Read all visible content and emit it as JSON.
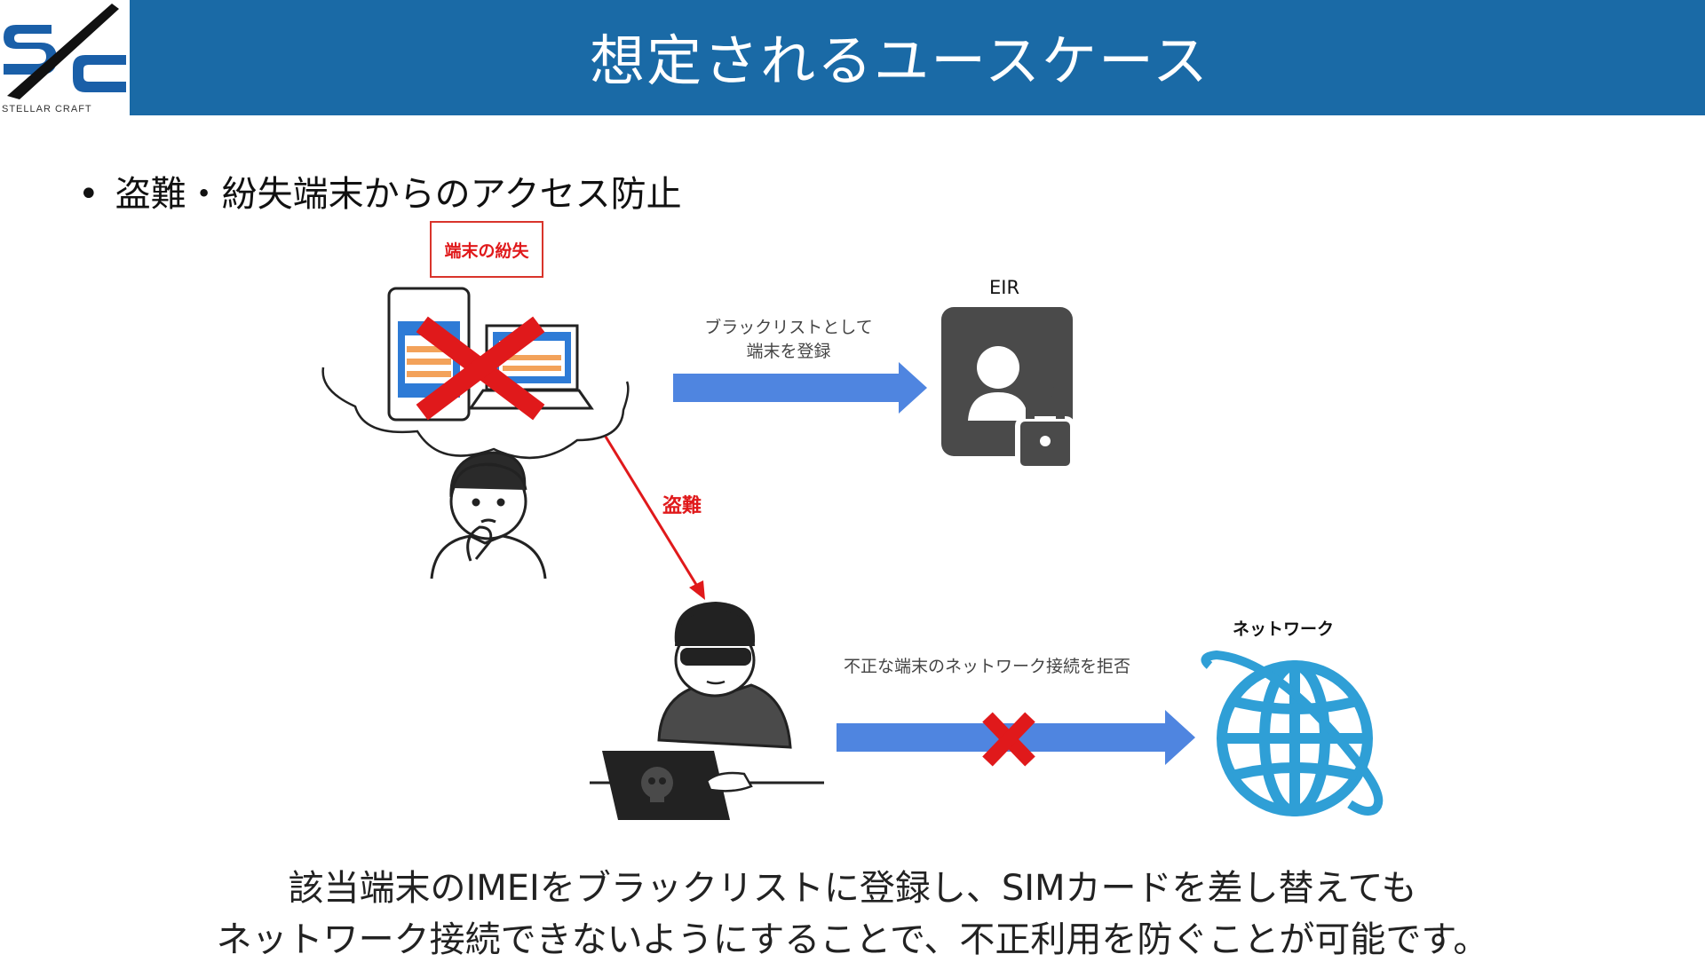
{
  "header": {
    "title": "想定されるユースケース",
    "logo_text": "STELLAR CRAFT",
    "background": "#1a6aa6"
  },
  "bullet": {
    "marker": "•",
    "text": "盗難・紛失端末からのアクセス防止"
  },
  "diagram": {
    "lost_label": "端末の紛失",
    "register_label_line1": "ブラックリストとして",
    "register_label_line2": "端末を登録",
    "eir_label": "EIR",
    "theft_label": "盗難",
    "deny_label": "不正な端末のネットワーク接続を拒否",
    "network_label": "ネットワーク",
    "colors": {
      "arrow_blue": "#4f85e0",
      "theft_red": "#e0191b",
      "eir_gray": "#4a4a4a",
      "globe_blue": "#2f9fd6"
    },
    "icons": [
      "smartphone-icon",
      "laptop-icon",
      "cross-icon",
      "person-icon",
      "hacker-icon",
      "eir-contact-lock-icon",
      "globe-icon"
    ]
  },
  "footer": {
    "line1": "該当端末のIMEIをブラックリストに登録し、SIMカードを差し替えても",
    "line2": "ネットワーク接続できないようにすることで、不正利用を防ぐことが可能です。"
  }
}
